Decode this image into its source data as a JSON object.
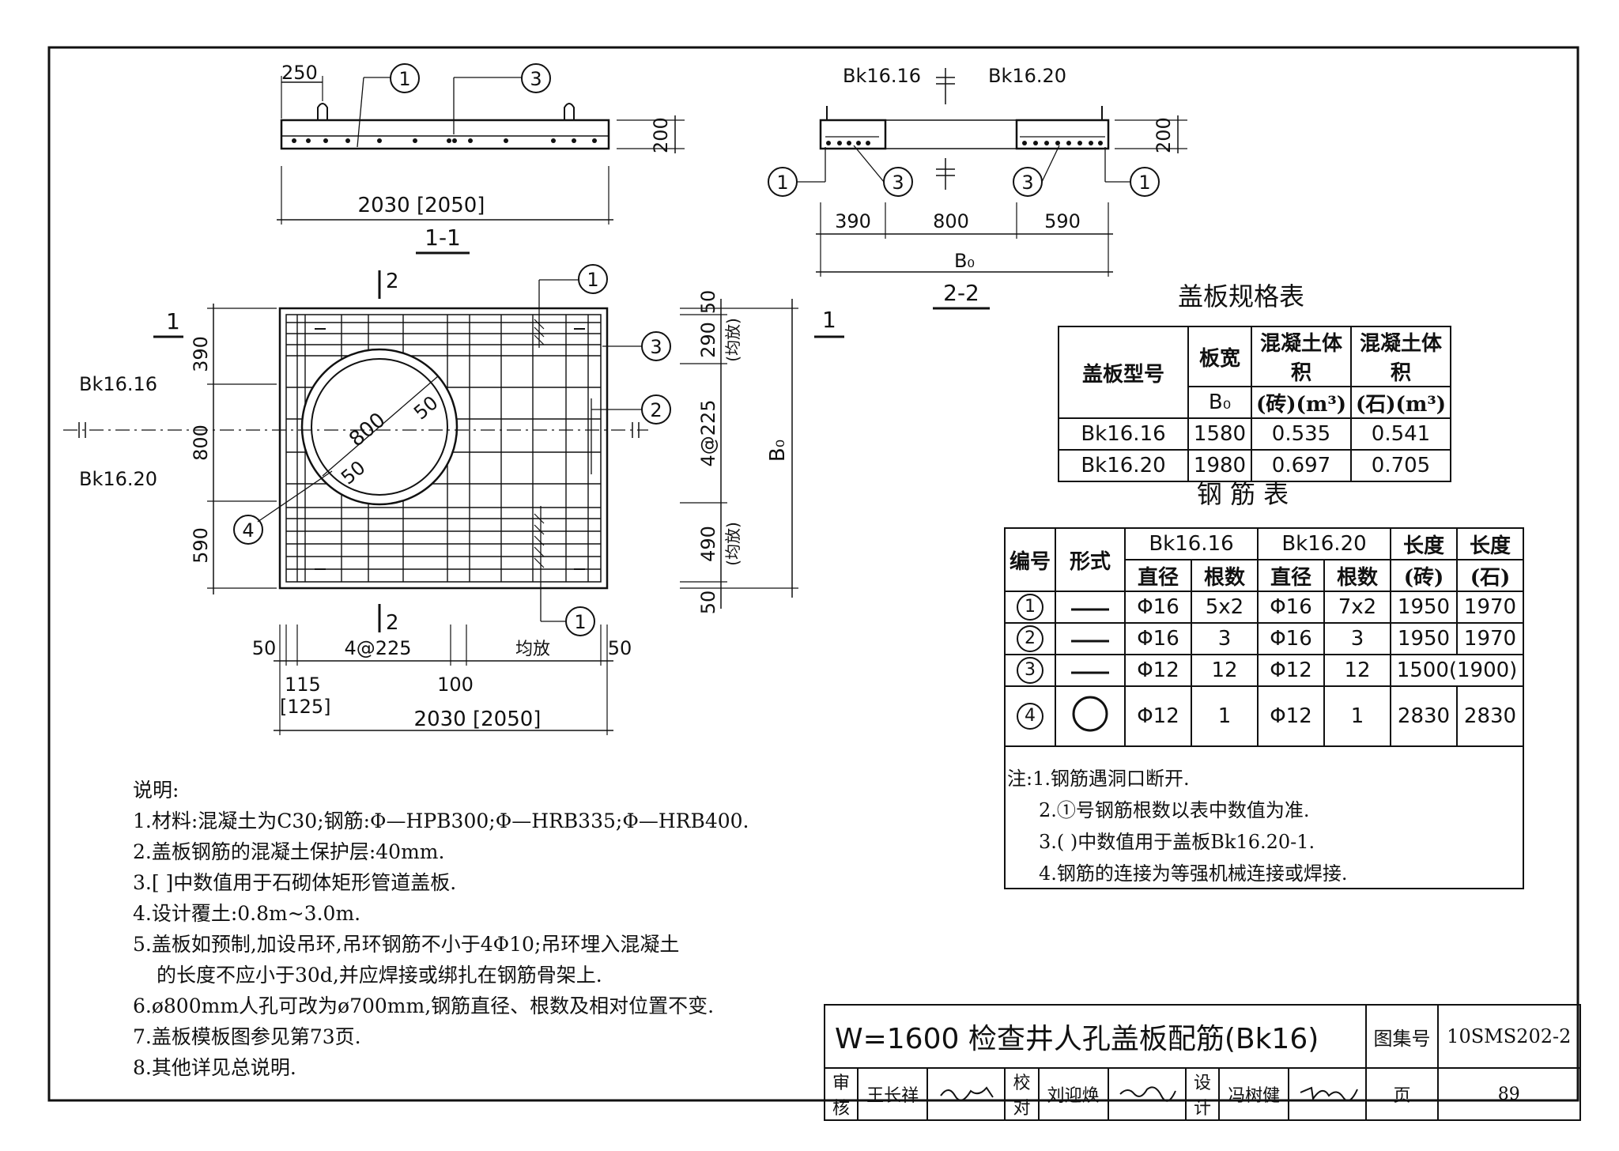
{
  "section_1_1": {
    "title": "1-1",
    "dim_left": "250",
    "dim_height": "200",
    "dim_length": "2030 [2050]",
    "callouts": [
      "1",
      "3"
    ]
  },
  "section_2_2": {
    "title": "2-2",
    "label_left": "Bk16.16",
    "label_right": "Bk16.20",
    "dim_height": "200",
    "dim_a": "390",
    "dim_b": "800",
    "dim_c": "590",
    "dim_total": "B₀",
    "callouts": [
      "1",
      "3",
      "3",
      "1"
    ]
  },
  "plan": {
    "cut1_left": "1",
    "cut1_right": "1",
    "cut2_top": "2",
    "cut2_bottom": "2",
    "label_bk1616": "Bk16.16",
    "label_bk1620": "Bk16.20",
    "dim_left_top": "390",
    "dim_left_mid": "800",
    "dim_left_bot": "590",
    "hole_dia": "800",
    "hole_edge_a": "50",
    "hole_edge_b": "50",
    "dim_right_top": "50",
    "dim_right_290": "290",
    "dim_right_290_note": "(均放)",
    "dim_right_4at225": "4@225",
    "dim_right_490": "490",
    "dim_right_490_note": "(均放)",
    "dim_right_bot": "50",
    "dim_right_B0": "B₀",
    "dim_bot_50_left": "50",
    "dim_bot_4at225": "4@225",
    "dim_bot_even": "均放",
    "dim_bot_50_right": "50",
    "dim_bot_115": "115",
    "dim_bot_125": "[125]",
    "dim_bot_100": "100",
    "dim_bot_total": "2030 [2050]",
    "callouts": [
      "1",
      "3",
      "2",
      "4",
      "1"
    ]
  },
  "spec_table": {
    "title": "盖板规格表",
    "headers": [
      "盖板型号",
      "板宽",
      "B₀",
      "混凝土体积",
      "(砖)(m³)",
      "混凝土体积",
      "(石)(m³)"
    ],
    "rows": [
      [
        "Bk16.16",
        "1580",
        "0.535",
        "0.541"
      ],
      [
        "Bk16.20",
        "1980",
        "0.697",
        "0.705"
      ]
    ]
  },
  "bar_table": {
    "title": "钢 筋 表",
    "h_no": "编号",
    "h_form": "形式",
    "h_bk1616": "Bk16.16",
    "h_bk1620": "Bk16.20",
    "h_len_brick": "长度",
    "h_len_brick_sub": "(砖)",
    "h_len_stone": "长度",
    "h_len_stone_sub": "(石)",
    "h_dia": "直径",
    "h_count": "根数",
    "rows": [
      {
        "no": "1",
        "d1": "Φ16",
        "n1": "5x2",
        "d2": "Φ16",
        "n2": "7x2",
        "lb": "1950",
        "ls": "1970"
      },
      {
        "no": "2",
        "d1": "Φ16",
        "n1": "3",
        "d2": "Φ16",
        "n2": "3",
        "lb": "1950",
        "ls": "1970"
      },
      {
        "no": "3",
        "d1": "Φ12",
        "n1": "12",
        "d2": "Φ12",
        "n2": "12",
        "lb": "1500(1900)",
        "ls": ""
      },
      {
        "no": "4",
        "d1": "Φ12",
        "n1": "1",
        "d2": "Φ12",
        "n2": "1",
        "lb": "2830",
        "ls": "2830"
      }
    ]
  },
  "table_notes": [
    "注:1.钢筋遇洞口断开.",
    "2.①号钢筋根数以表中数值为准.",
    "3.( )中数值用于盖板Bk16.20-1.",
    "4.钢筋的连接为等强机械连接或焊接."
  ],
  "notes": {
    "title": "说明:",
    "items": [
      "1.材料:混凝土为C30;钢筋:Φ—HPB300;Φ—HRB335;Φ—HRB400.",
      "2.盖板钢筋的混凝土保护层:40mm.",
      "3.[ ]中数值用于石砌体矩形管道盖板.",
      "4.设计覆土:0.8m~3.0m.",
      "5.盖板如预制,加设吊环,吊环钢筋不小于4Φ10;吊环埋入混凝土",
      "的长度不应小于30d,并应焊接或绑扎在钢筋骨架上.",
      "6.ø800mm人孔可改为ø700mm,钢筋直径、根数及相对位置不变.",
      "7.盖板模板图参见第73页.",
      "8.其他详见总说明."
    ]
  },
  "title_block": {
    "title": "W=1600 检查井人孔盖板配筋(Bk16)",
    "atlas_label": "图集号",
    "atlas_no": "10SMS202-2",
    "review_label": "审核",
    "review_name": "王长祥",
    "check_label": "校对",
    "check_name": "刘迎焕",
    "design_label": "设计",
    "design_name": "冯树健",
    "page_label": "页",
    "page_no": "89"
  }
}
